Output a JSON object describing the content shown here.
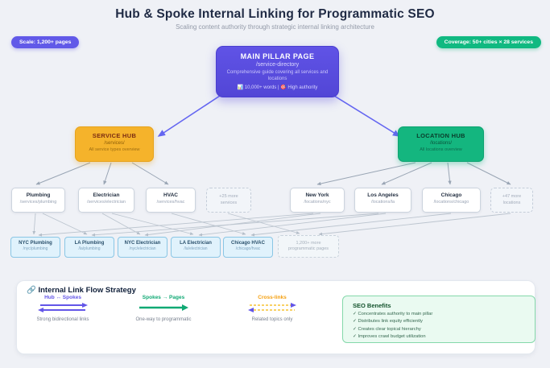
{
  "header": {
    "title": "Hub & Spoke Internal Linking for Programmatic SEO",
    "subtitle": "Scaling content authority through strategic internal linking architecture"
  },
  "badges": {
    "scale": "Scale: 1,200+ pages",
    "coverage": "Coverage: 50+ cities × 28 services"
  },
  "pillar": {
    "title": "MAIN PILLAR PAGE",
    "url": "/service-directory",
    "description": "Comprehensive guide covering all services and locations",
    "stats": "📊 10,000+ words | 🎯 High authority"
  },
  "hubs": {
    "service": {
      "title": "SERVICE HUB",
      "url": "/services/",
      "description": "All service types overview"
    },
    "location": {
      "title": "LOCATION HUB",
      "url": "/locations/",
      "description": "All locations overview"
    }
  },
  "service_spokes": [
    {
      "label": "Plumbing",
      "url": "/services/plumbing"
    },
    {
      "label": "Electrician",
      "url": "/services/electrician"
    },
    {
      "label": "HVAC",
      "url": "/services/hvac"
    }
  ],
  "location_spokes": [
    {
      "label": "New York",
      "url": "/locations/nyc"
    },
    {
      "label": "Los Angeles",
      "url": "/locations/la"
    },
    {
      "label": "Chicago",
      "url": "/locations/chicago"
    }
  ],
  "more": {
    "services": "+25 more services",
    "locations": "+47 more locations",
    "pages": "1,200+ more programmatic pages"
  },
  "programmatic_pages": [
    {
      "label": "NYC Plumbing",
      "url": "/nyc/plumbing"
    },
    {
      "label": "LA Plumbing",
      "url": "/la/plumbing"
    },
    {
      "label": "NYC Electrician",
      "url": "/nyc/electrician"
    },
    {
      "label": "LA Electrician",
      "url": "/la/electrician"
    },
    {
      "label": "Chicago HVAC",
      "url": "/chicago/hvac"
    }
  ],
  "legend": {
    "title_icon": "🔗",
    "title": "Internal Link Flow Strategy",
    "items": [
      {
        "label": "Hub ↔ Spokes",
        "description": "Strong bidirectional links",
        "color": "#6356e8"
      },
      {
        "label": "Spokes → Pages",
        "description": "One-way to programmatic",
        "color": "#10a974"
      },
      {
        "label": "Cross-links",
        "description": "Related topics only",
        "color": "#f59e0b"
      }
    ]
  },
  "benefits": {
    "title": "SEO Benefits",
    "items": [
      "✓ Concentrates authority to main pillar",
      "✓ Distributes link equity efficiently",
      "✓ Creates clear topical hierarchy",
      "✓ Improves crawl budget utilization"
    ]
  },
  "colors": {
    "pillar": "#5b4fe0",
    "service_hub": "#f5b32b",
    "location_hub": "#14b67f",
    "scale_badge": "#6159e8",
    "coverage_badge": "#10b981",
    "programmatic_box": "#e0f2fc",
    "cross_link": "#f59e0b"
  }
}
